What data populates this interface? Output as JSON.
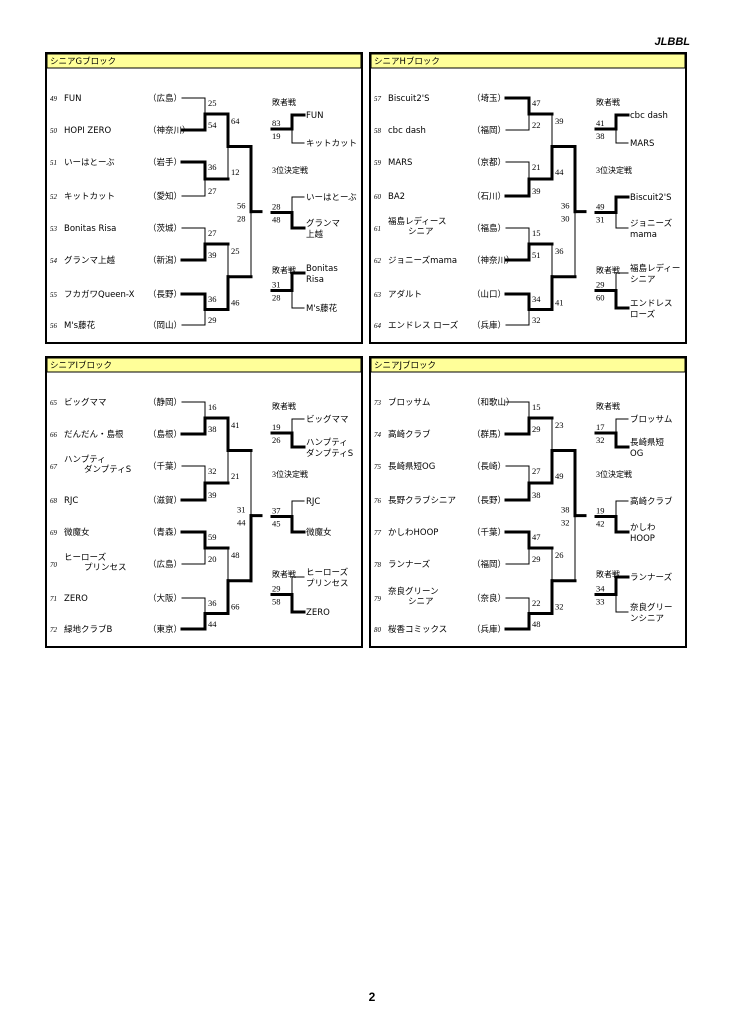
{
  "page_title": "JLBBL",
  "page_number": "2",
  "labels": {
    "losers": "敗者戦",
    "third": "3位決定戦"
  },
  "blocks": [
    {
      "title": "シニアGブロック",
      "teams": [
        {
          "no": "49",
          "name": "FUN",
          "region": "（広島）"
        },
        {
          "no": "50",
          "name": "HOPI  ZERO",
          "region": "（神奈川）"
        },
        {
          "no": "51",
          "name": "いーはとーぶ",
          "region": "（岩手）"
        },
        {
          "no": "52",
          "name": "キットカット",
          "region": "（愛知）"
        },
        {
          "no": "53",
          "name": "Bonitas  Risa",
          "region": "（茨城）"
        },
        {
          "no": "54",
          "name": "グランマ上越",
          "region": "（新潟）"
        },
        {
          "no": "55",
          "name": "フカガワQueen-X",
          "region": "（長野）"
        },
        {
          "no": "56",
          "name": "M's藤花",
          "region": "（岡山）"
        }
      ],
      "r1": [
        [
          "25",
          "54"
        ],
        [
          "36",
          "27"
        ],
        [
          "27",
          "39"
        ],
        [
          "36",
          "29"
        ]
      ],
      "r2": [
        [
          "64",
          "12"
        ],
        [
          "25",
          "46"
        ]
      ],
      "final": [
        "56",
        "28"
      ],
      "losers_final": {
        "s": [
          "83",
          "19"
        ],
        "t": [
          [
            "FUN"
          ],
          [
            "キットカット"
          ]
        ]
      },
      "third": {
        "s": [
          "28",
          "48"
        ],
        "t": [
          [
            "いーはとーぶ"
          ],
          [
            "グランマ",
            "上越"
          ]
        ]
      },
      "losers_side": {
        "s": [
          "31",
          "28"
        ],
        "t": [
          [
            "Bonitas",
            "Risa"
          ],
          [
            "M's藤花"
          ]
        ]
      }
    },
    {
      "title": "シニアHブロック",
      "teams": [
        {
          "no": "57",
          "name": "Biscuit2'S",
          "region": "（埼玉）"
        },
        {
          "no": "58",
          "name": "cbc  dash",
          "region": "（福岡）"
        },
        {
          "no": "59",
          "name": "MARS",
          "region": "（京都）"
        },
        {
          "no": "60",
          "name": "BA2",
          "region": "（石川）"
        },
        {
          "no": "61",
          "name": "福島レディース\nシニア",
          "region": "（福島）"
        },
        {
          "no": "62",
          "name": "ジョニーズmama",
          "region": "（神奈川）"
        },
        {
          "no": "63",
          "name": "アダルト",
          "region": "（山口）"
        },
        {
          "no": "64",
          "name": "エンドレス  ローズ",
          "region": "（兵庫）"
        }
      ],
      "r1": [
        [
          "47",
          "22"
        ],
        [
          "21",
          "39"
        ],
        [
          "15",
          "51"
        ],
        [
          "34",
          "32"
        ]
      ],
      "r2": [
        [
          "39",
          "44"
        ],
        [
          "36",
          "41"
        ]
      ],
      "final": [
        "36",
        "30"
      ],
      "losers_final": {
        "s": [
          "41",
          "38"
        ],
        "t": [
          [
            "cbc  dash"
          ],
          [
            "MARS"
          ]
        ]
      },
      "third": {
        "s": [
          "49",
          "31"
        ],
        "t": [
          [
            "Biscuit2'S"
          ],
          [
            "ジョニーズ",
            "mama"
          ]
        ]
      },
      "losers_side": {
        "s": [
          "29",
          "60"
        ],
        "t": [
          [
            "福島レディー",
            "シニア"
          ],
          [
            "エンドレス",
            "ローズ"
          ]
        ]
      }
    },
    {
      "title": "シニアIブロック",
      "teams": [
        {
          "no": "65",
          "name": "ビッグママ",
          "region": "（静岡）"
        },
        {
          "no": "66",
          "name": "だんだん・島根",
          "region": "（島根）"
        },
        {
          "no": "67",
          "name": "ハンプティ\nダンプティS",
          "region": "（千葉）"
        },
        {
          "no": "68",
          "name": "RJC",
          "region": "（滋賀）"
        },
        {
          "no": "69",
          "name": "微魔女",
          "region": "（青森）"
        },
        {
          "no": "70",
          "name": "ヒーローズ\nプリンセス",
          "region": "（広島）"
        },
        {
          "no": "71",
          "name": "ZERO",
          "region": "（大阪）"
        },
        {
          "no": "72",
          "name": "緑地クラブB",
          "region": "（東京）"
        }
      ],
      "r1": [
        [
          "16",
          "38"
        ],
        [
          "32",
          "39"
        ],
        [
          "59",
          "20"
        ],
        [
          "36",
          "44"
        ]
      ],
      "r2": [
        [
          "41",
          "21"
        ],
        [
          "48",
          "66"
        ]
      ],
      "final": [
        "31",
        "44"
      ],
      "losers_final": {
        "s": [
          "19",
          "26"
        ],
        "t": [
          [
            "ビッグママ"
          ],
          [
            "ハンプティ",
            "ダンプティS"
          ]
        ]
      },
      "third": {
        "s": [
          "37",
          "45"
        ],
        "t": [
          [
            "RJC"
          ],
          [
            "微魔女"
          ]
        ]
      },
      "losers_side": {
        "s": [
          "29",
          "58"
        ],
        "t": [
          [
            "ヒーローズ",
            "プリンセス"
          ],
          [
            "ZERO"
          ]
        ]
      }
    },
    {
      "title": "シニアJブロック",
      "teams": [
        {
          "no": "73",
          "name": "ブロッサム",
          "region": "（和歌山）"
        },
        {
          "no": "74",
          "name": "高崎クラブ",
          "region": "（群馬）"
        },
        {
          "no": "75",
          "name": "長崎県短OG",
          "region": "（長崎）"
        },
        {
          "no": "76",
          "name": "長野クラブシニア",
          "region": "（長野）"
        },
        {
          "no": "77",
          "name": "かしわHOOP",
          "region": "（千葉）"
        },
        {
          "no": "78",
          "name": "ランナーズ",
          "region": "（福岡）"
        },
        {
          "no": "79",
          "name": "奈良グリーン\nシニア",
          "region": "（奈良）"
        },
        {
          "no": "80",
          "name": "桜香コミックス",
          "region": "（兵庫）"
        }
      ],
      "r1": [
        [
          "15",
          "29"
        ],
        [
          "27",
          "38"
        ],
        [
          "47",
          "29"
        ],
        [
          "22",
          "48"
        ]
      ],
      "r2": [
        [
          "23",
          "49"
        ],
        [
          "26",
          "32"
        ]
      ],
      "final": [
        "38",
        "32"
      ],
      "losers_final": {
        "s": [
          "17",
          "32"
        ],
        "t": [
          [
            "ブロッサム"
          ],
          [
            "長崎県短",
            "OG"
          ]
        ]
      },
      "third": {
        "s": [
          "19",
          "42"
        ],
        "t": [
          [
            "高崎クラブ"
          ],
          [
            "かしわ",
            "HOOP"
          ]
        ]
      },
      "losers_side": {
        "s": [
          "34",
          "33"
        ],
        "t": [
          [
            "ランナーズ"
          ],
          [
            "奈良グリー",
            "ンシニア"
          ]
        ]
      }
    }
  ]
}
